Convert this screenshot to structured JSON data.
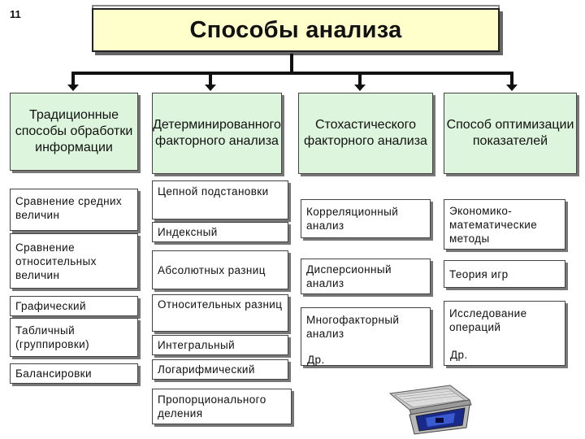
{
  "slide_number": "11",
  "title": "Способы анализа",
  "columns": [
    {
      "header": "Традиционные способы обработки информации",
      "items": [
        "Сравнение средних величин",
        "Сравнение относительных величин",
        "Графический",
        "Табличный (группировки)",
        "Балансировки"
      ]
    },
    {
      "header": "Детерминированного факторного анализа",
      "items": [
        "Цепной подстановки",
        "Индексный",
        "Абсолютных разниц",
        "Относительных разниц",
        "Интегральный",
        "Логарифмический",
        "Пропорционального деления"
      ]
    },
    {
      "header": "Стохастического факторного анализа",
      "items": [
        "Корреляционный анализ",
        "Дисперсионный анализ",
        "Многофакторный анализ",
        "Др."
      ]
    },
    {
      "header": "Способ оптимизации показателей",
      "items": [
        "Экономико-математические методы",
        "Теория игр",
        "Исследование операций",
        "Др."
      ]
    }
  ]
}
